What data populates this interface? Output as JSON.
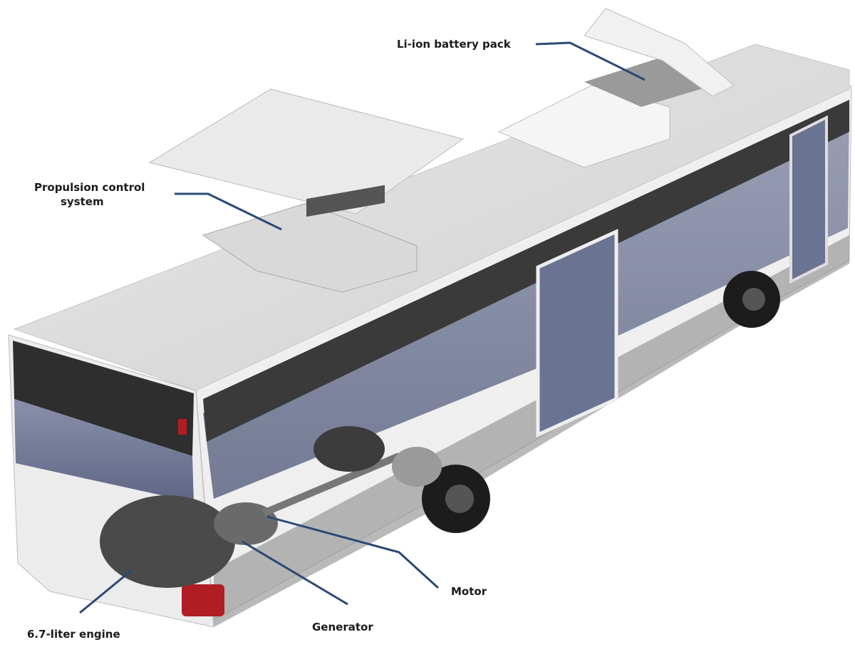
{
  "labels": {
    "battery": "Li-ion battery pack",
    "propulsion_line1": "Propulsion control",
    "propulsion_line2": "system",
    "motor": "Motor",
    "generator": "Generator",
    "engine": "6.7-liter engine"
  },
  "colors": {
    "leader_line": "#2b4a73",
    "body": "#f2f2f2",
    "window": "#6b7393",
    "band": "#3a3a3a"
  }
}
